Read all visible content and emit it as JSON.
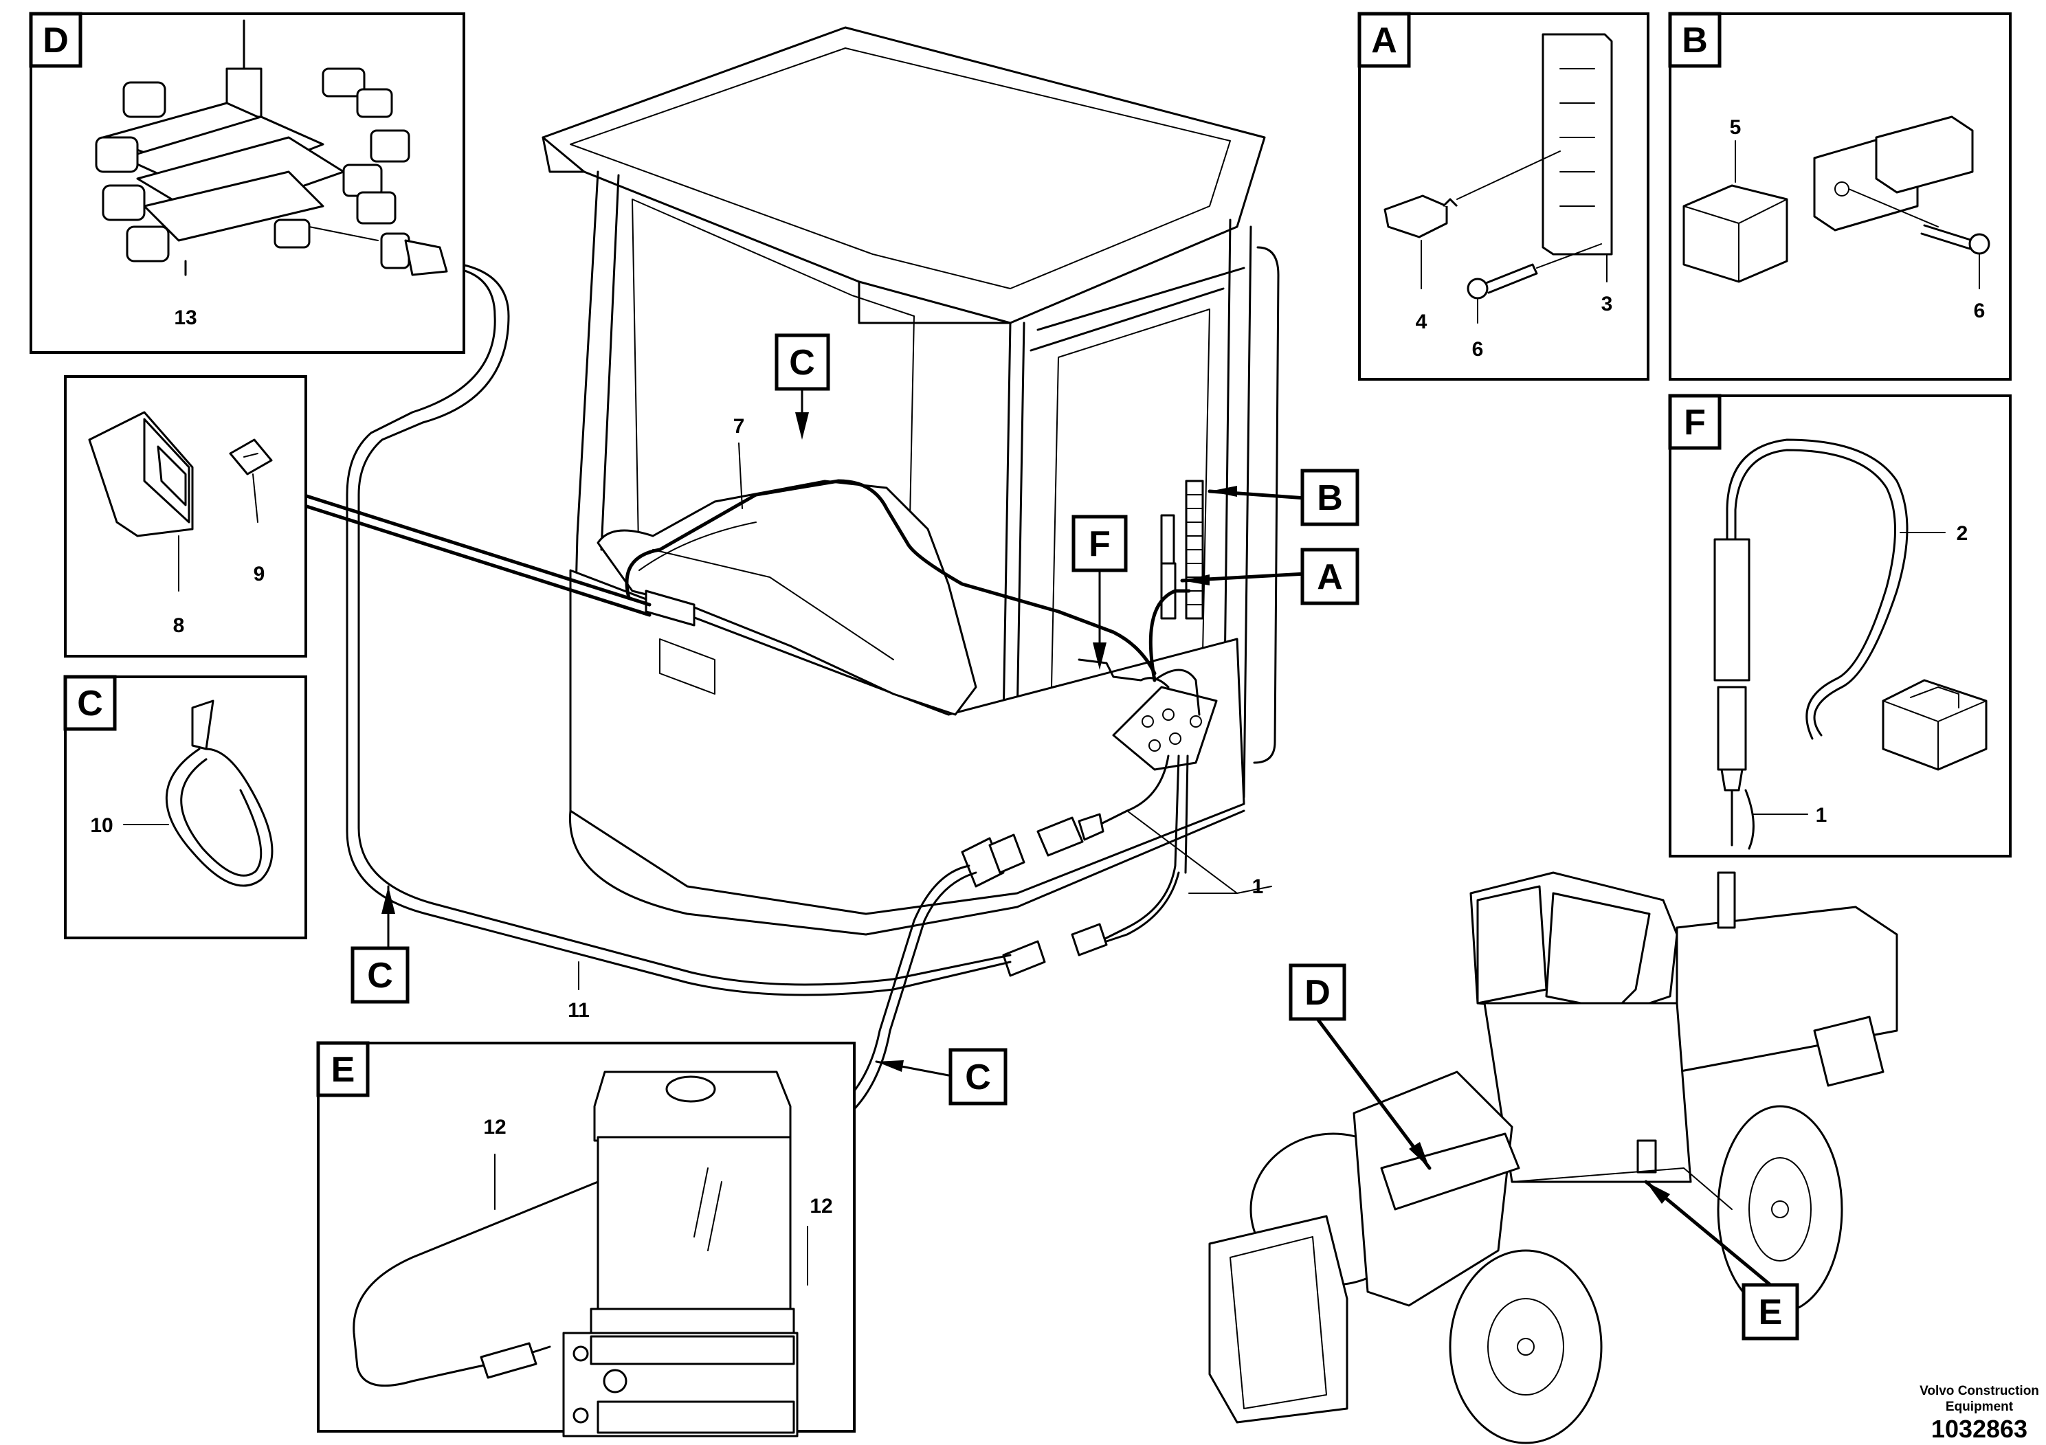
{
  "diagram": {
    "inset_letters": {
      "A": "A",
      "B": "B",
      "C": "C",
      "D": "D",
      "E": "E",
      "F": "F"
    },
    "part_numbers": {
      "p1": "1",
      "p2": "2",
      "p3": "3",
      "p4": "4",
      "p5": "5",
      "p6": "6",
      "p7": "7",
      "p8": "8",
      "p9": "9",
      "p10": "10",
      "p11": "11",
      "p12": "12",
      "p13": "13"
    },
    "footer": {
      "brand_line1": "Volvo Construction",
      "brand_line2": "Equipment",
      "drawing_number": "1032863"
    }
  }
}
